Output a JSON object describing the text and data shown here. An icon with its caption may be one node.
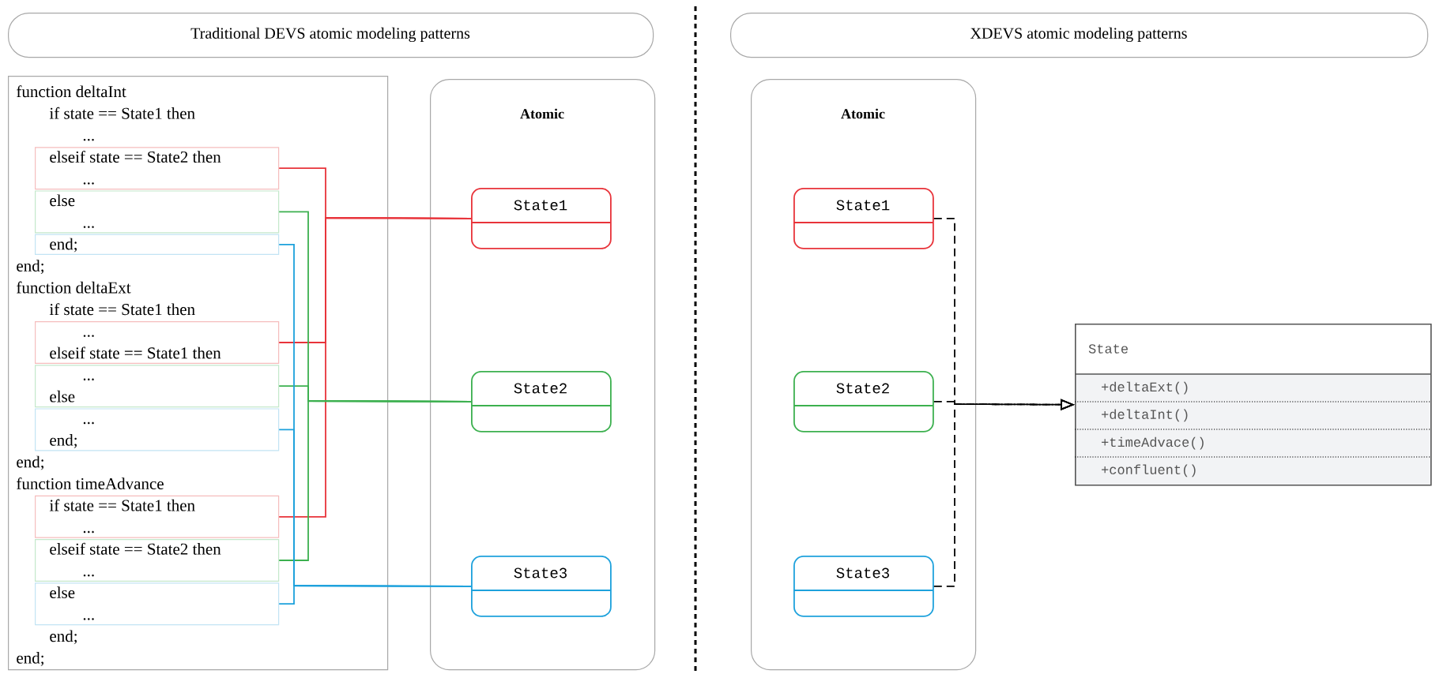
{
  "diagram": {
    "nodes": [
      {
        "text": [
          "Traditional DEVS atomic modeling patterns"
        ]
      },
      {
        "text": [
          "XDEVS atomic modeling patterns"
        ]
      },
      {
        "text": [],
        "shape": "box"
      },
      {
        "text": [
          "elseif state == State2 then",
          "..."
        ],
        "in": 2
      },
      {
        "text": [
          "else",
          "..."
        ],
        "in": 2
      },
      {
        "text": [
          "end;"
        ],
        "in": 2
      },
      {
        "text": [
          "...",
          "elseif state == State1 then"
        ],
        "in": 2
      },
      {
        "text": [
          "...",
          "else"
        ],
        "in": 2
      },
      {
        "text": [
          "...",
          "end;"
        ],
        "in": 2
      },
      {
        "text": [
          "if state == State1 then",
          "..."
        ],
        "in": 2
      },
      {
        "text": [
          "elseif state == State2 then",
          "..."
        ],
        "in": 2
      },
      {
        "text": [
          "else",
          "..."
        ],
        "in": 2
      },
      {
        "text": [
          "Atomic"
        ]
      },
      {
        "text": [
          "State1"
        ],
        "in": 12
      },
      {
        "text": [
          "State2"
        ],
        "in": 12
      },
      {
        "text": [
          "State3"
        ],
        "in": 12
      },
      {
        "text": [
          "Atomic"
        ]
      },
      {
        "text": [
          "State1"
        ],
        "in": 16
      },
      {
        "text": [
          "State2"
        ],
        "in": 16
      },
      {
        "text": [
          "State3"
        ],
        "in": 16
      },
      {
        "text": [
          "State",
          "+deltaExt()",
          "+deltaInt()",
          "+timeAdvace()",
          "+confluent()"
        ]
      }
    ],
    "edges": [
      {
        "from": 3,
        "to": 13,
        "arrow": "none",
        "color": "#e8333a"
      },
      {
        "from": 6,
        "to": 13,
        "arrow": "none",
        "color": "#e8333a"
      },
      {
        "from": 9,
        "to": 13,
        "arrow": "none",
        "color": "#e8333a"
      },
      {
        "from": 4,
        "to": 14,
        "arrow": "none",
        "color": "#3cb04f"
      },
      {
        "from": 7,
        "to": 14,
        "arrow": "none",
        "color": "#3cb04f"
      },
      {
        "from": 10,
        "to": 14,
        "arrow": "none",
        "color": "#3cb04f"
      },
      {
        "from": 5,
        "to": 15,
        "arrow": "none",
        "color": "#1da1dc"
      },
      {
        "from": 8,
        "to": 15,
        "arrow": "none",
        "color": "#1da1dc"
      },
      {
        "from": 11,
        "to": 15,
        "arrow": "none",
        "color": "#1da1dc"
      },
      {
        "from": 17,
        "to": 20,
        "arrow": "to",
        "style": "dashed",
        "color": "#000000"
      },
      {
        "from": 18,
        "to": 20,
        "arrow": "to",
        "style": "dashed",
        "color": "#000000"
      },
      {
        "from": 19,
        "to": 20,
        "arrow": "to",
        "style": "dashed",
        "color": "#000000"
      }
    ],
    "labels": [
      "function deltaInt",
      "if state == State1 then",
      "...",
      "end;",
      "function deltaExt",
      "if state == State1 then",
      "end;",
      "function timeAdvance",
      "end;",
      "end;"
    ]
  }
}
